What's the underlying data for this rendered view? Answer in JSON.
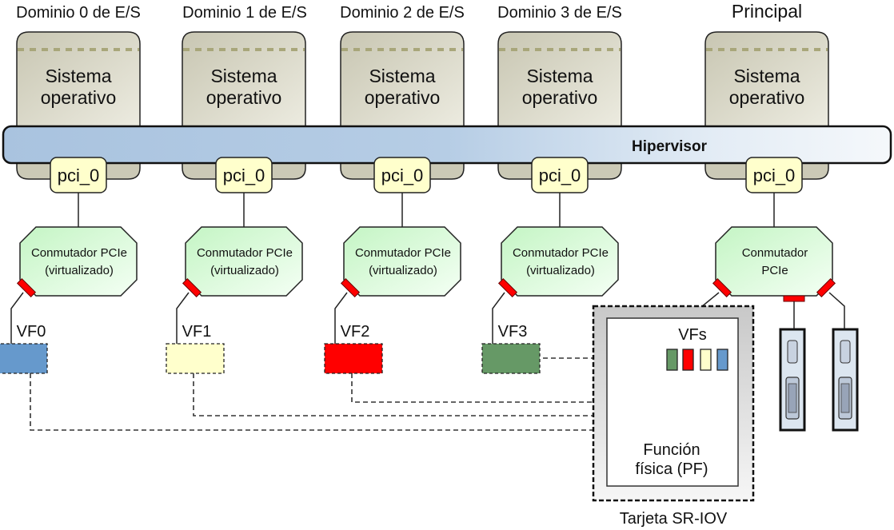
{
  "domains": [
    {
      "title": "Dominio 0 de E/S",
      "os_label": [
        "Sistema",
        "operativo"
      ],
      "pci_label": "pci_0",
      "switch_label": [
        "Conmutador PCIe",
        "(virtualizado)"
      ],
      "vf_label": "VF0",
      "vf_color": "#6699cc"
    },
    {
      "title": "Dominio 1 de E/S",
      "os_label": [
        "Sistema",
        "operativo"
      ],
      "pci_label": "pci_0",
      "switch_label": [
        "Conmutador PCIe",
        "(virtualizado)"
      ],
      "vf_label": "VF1",
      "vf_color": "#ffffcc"
    },
    {
      "title": "Dominio 2 de E/S",
      "os_label": [
        "Sistema",
        "operativo"
      ],
      "pci_label": "pci_0",
      "switch_label": [
        "Conmutador PCIe",
        "(virtualizado)"
      ],
      "vf_label": "VF2",
      "vf_color": "#ff0000"
    },
    {
      "title": "Dominio 3 de E/S",
      "os_label": [
        "Sistema",
        "operativo"
      ],
      "pci_label": "pci_0",
      "switch_label": [
        "Conmutador PCIe",
        "(virtualizado)"
      ],
      "vf_label": "VF3",
      "vf_color": "#669966"
    }
  ],
  "primary": {
    "title": "Principal",
    "os_label": [
      "Sistema",
      "operativo"
    ],
    "pci_label": "pci_0",
    "switch_label": [
      "Conmutador",
      "PCIe"
    ]
  },
  "hypervisor": {
    "label": "Hipervisor"
  },
  "sriov_card": {
    "label": "Tarjeta SR-IOV",
    "vfs_label": "VFs",
    "pf_label": [
      "Función",
      "física (PF)"
    ],
    "vf_colors": [
      "#669966",
      "#ff0000",
      "#ffffcc",
      "#6699cc"
    ]
  },
  "colors": {
    "hypervisor_fill": "#b3cce4",
    "os_fill": "#deddcf",
    "os_dash": "#a8a67a",
    "pci_fill": "#ffffcc",
    "switch_fill": "#ccffcc",
    "port": "#ff0000",
    "io_card_fill": "#dce6f0"
  }
}
